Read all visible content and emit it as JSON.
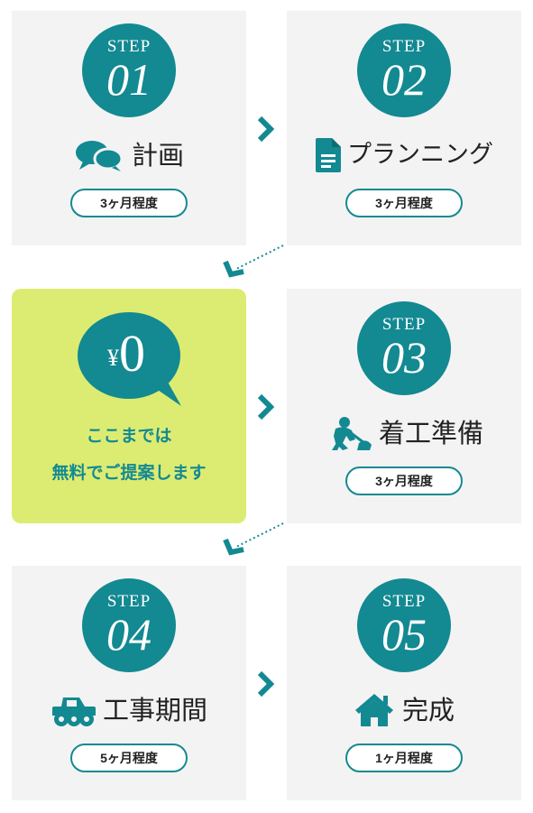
{
  "steps": [
    {
      "step_label": "STEP",
      "number": "01",
      "title": "計画",
      "duration": "3ヶ月程度",
      "icon": "chat-bubbles-icon"
    },
    {
      "step_label": "STEP",
      "number": "02",
      "title": "プランニング",
      "duration": "3ヶ月程度",
      "icon": "document-icon"
    },
    {
      "step_label": "STEP",
      "number": "03",
      "title": "着工準備",
      "duration": "3ヶ月程度",
      "icon": "worker-digging-icon"
    },
    {
      "step_label": "STEP",
      "number": "04",
      "title": "工事期間",
      "duration": "5ヶ月程度",
      "icon": "truck-icon"
    },
    {
      "step_label": "STEP",
      "number": "05",
      "title": "完成",
      "duration": "1ヶ月程度",
      "icon": "house-icon"
    }
  ],
  "free_offer": {
    "yen": "¥",
    "amount": "0",
    "line1": "ここまでは",
    "line2": "無料でご提案します"
  },
  "colors": {
    "teal": "#138992",
    "card_bg": "#f3f3f3",
    "free_bg": "#dcec72"
  }
}
